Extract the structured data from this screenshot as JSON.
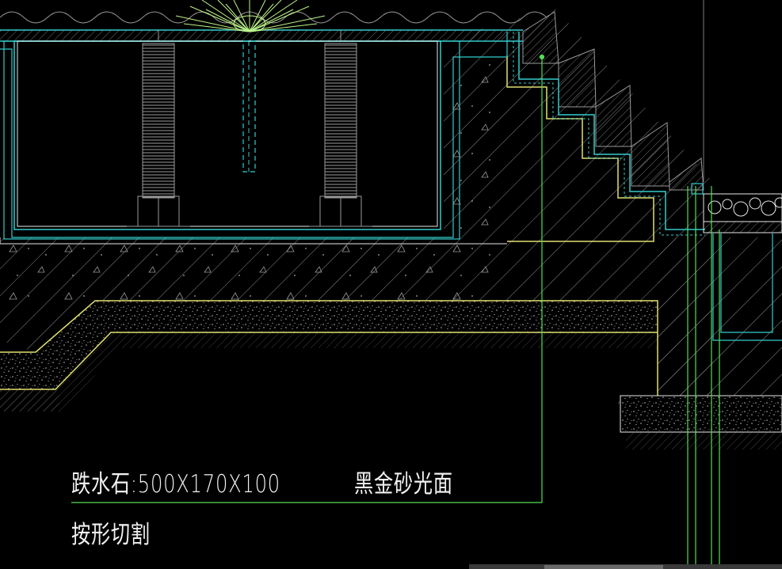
{
  "drawing": {
    "background": "#000000",
    "colors": {
      "cyan": "#33cccc",
      "yellow": "#e0e070",
      "green": "#55dd55",
      "white": "#e8e8e8",
      "gray": "#9a9a9a",
      "light_green": "#bff58a"
    },
    "annotation": {
      "stone_spec": "跌水石:500X170X100",
      "finish": "黑金砂光面",
      "cut": "按形切割"
    }
  }
}
